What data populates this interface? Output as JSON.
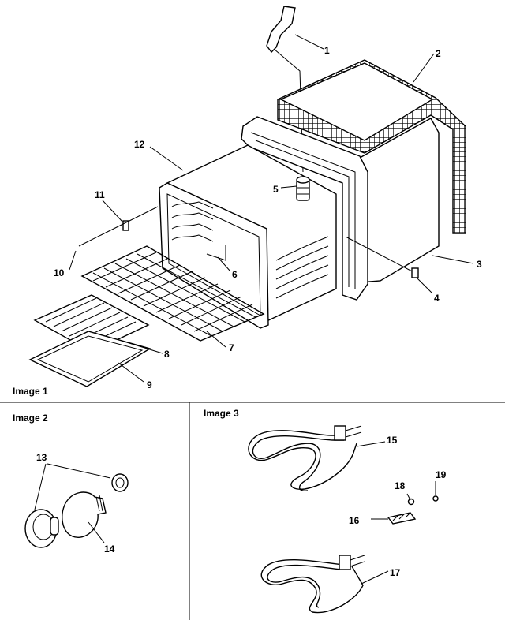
{
  "panels": {
    "image1": "Image 1",
    "image2": "Image 2",
    "image3": "Image 3"
  },
  "parts": {
    "p1": "1",
    "p2": "2",
    "p3": "3",
    "p4": "4",
    "p5": "5",
    "p6": "6",
    "p7": "7",
    "p8": "8",
    "p9": "9",
    "p10": "10",
    "p11": "11",
    "p12": "12",
    "p13": "13",
    "p14": "14",
    "p15": "15",
    "p16": "16",
    "p17": "17",
    "p18": "18",
    "p19": "19"
  }
}
